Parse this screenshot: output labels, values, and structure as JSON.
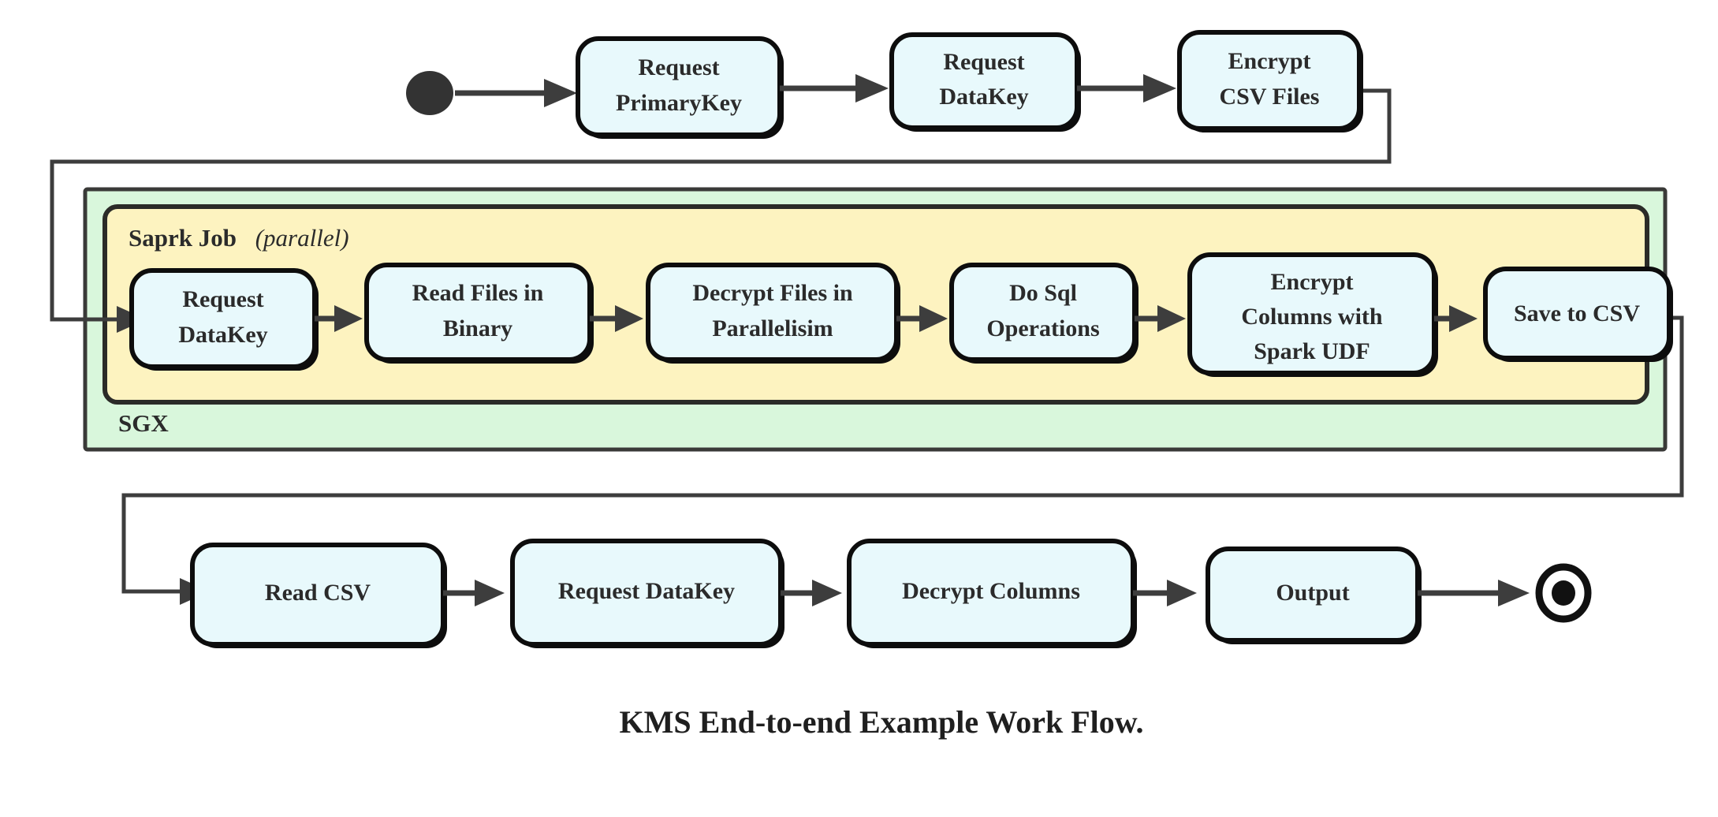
{
  "diagram": {
    "caption": "KMS End-to-end Example Work Flow.",
    "type": "uml-activity-flowchart",
    "colors": {
      "node_fill": "#e8f9fc",
      "node_stroke": "#0d0d0d",
      "sgx_fill": "#d9f7dc",
      "spark_fill": "#fdf3c0",
      "edge": "#3d3d3d",
      "text": "#2b2b2b",
      "background": "#ffffff"
    },
    "start_node": {
      "name": "start-state",
      "shape": "filled-circle"
    },
    "end_node": {
      "name": "final-state",
      "shape": "bullseye"
    },
    "containers": [
      {
        "id": "sgx",
        "label": "SGX",
        "label_position": "bottom-left",
        "fill": "#d9f7dc"
      },
      {
        "id": "spark-job",
        "label": "Saprk Job",
        "label_suffix": "(parallel)",
        "label_position": "top-left",
        "fill": "#fdf3c0"
      }
    ],
    "rows": {
      "top": {
        "name": "top-row",
        "nodes": [
          {
            "id": "request-primarykey",
            "lines": [
              "Request",
              "PrimaryKey"
            ]
          },
          {
            "id": "request-datakey-top",
            "lines": [
              "Request",
              "DataKey"
            ]
          },
          {
            "id": "encrypt-csv-files",
            "lines": [
              "Encrypt",
              "CSV Files"
            ]
          }
        ]
      },
      "middle": {
        "name": "spark-job-row",
        "nodes": [
          {
            "id": "request-datakey-spark",
            "lines": [
              "Request",
              "DataKey"
            ]
          },
          {
            "id": "read-files-in-binary",
            "lines": [
              "Read Files in",
              "Binary"
            ]
          },
          {
            "id": "decrypt-files-in-parallelisim",
            "lines": [
              "Decrypt Files in",
              "Parallelisim"
            ]
          },
          {
            "id": "do-sql-operations",
            "lines": [
              "Do Sql",
              "Operations"
            ]
          },
          {
            "id": "encrypt-columns-with-spark-udf",
            "lines": [
              "Encrypt",
              "Columns with",
              "Spark UDF"
            ]
          },
          {
            "id": "save-to-csv",
            "lines": [
              "Save to CSV"
            ]
          }
        ]
      },
      "bottom": {
        "name": "bottom-row",
        "nodes": [
          {
            "id": "read-csv",
            "lines": [
              "Read CSV"
            ]
          },
          {
            "id": "request-datakey-bottom",
            "lines": [
              "Request DataKey"
            ]
          },
          {
            "id": "decrypt-columns",
            "lines": [
              "Decrypt Columns"
            ]
          },
          {
            "id": "output",
            "lines": [
              "Output"
            ]
          }
        ]
      }
    },
    "flow_sequence": [
      "start-state",
      "Request PrimaryKey",
      "Request DataKey",
      "Encrypt CSV Files",
      "Request DataKey",
      "Read Files in Binary",
      "Decrypt Files in Parallelisim",
      "Do Sql Operations",
      "Encrypt Columns with Spark UDF",
      "Save to CSV",
      "Read CSV",
      "Request DataKey",
      "Decrypt Columns",
      "Output",
      "final-state"
    ]
  }
}
